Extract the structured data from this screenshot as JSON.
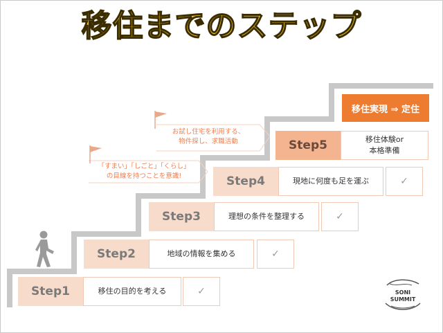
{
  "title": "移住までのステップ",
  "goal": "移住実現 ⇒ 定住",
  "steps": [
    {
      "label": "Step1",
      "desc": "移住の目的を考える",
      "check": "✓"
    },
    {
      "label": "Step2",
      "desc": "地域の情報を集める",
      "check": "✓"
    },
    {
      "label": "Step3",
      "desc": "理想の条件を整理する",
      "check": "✓"
    },
    {
      "label": "Step4",
      "desc": "現地に何度も足を運ぶ",
      "check": "✓"
    },
    {
      "label": "Step5",
      "desc_line1": "移住体験or",
      "desc_line2": "本格準備"
    }
  ],
  "bubbles": {
    "lower_line1": "「すまい」「しごと」「くらし」",
    "lower_line2": "の目線を持つことを意識!",
    "upper_line1": "お試し住宅を利用する、",
    "upper_line2": "物件探し、求職活動"
  },
  "logo": {
    "line1": "SONI",
    "line2": "SUMMIT"
  },
  "colors": {
    "title": "#f6cf19",
    "accent": "#ed7b30",
    "step_fill": "#f8dccb",
    "stairs": "#c8c8c8"
  }
}
